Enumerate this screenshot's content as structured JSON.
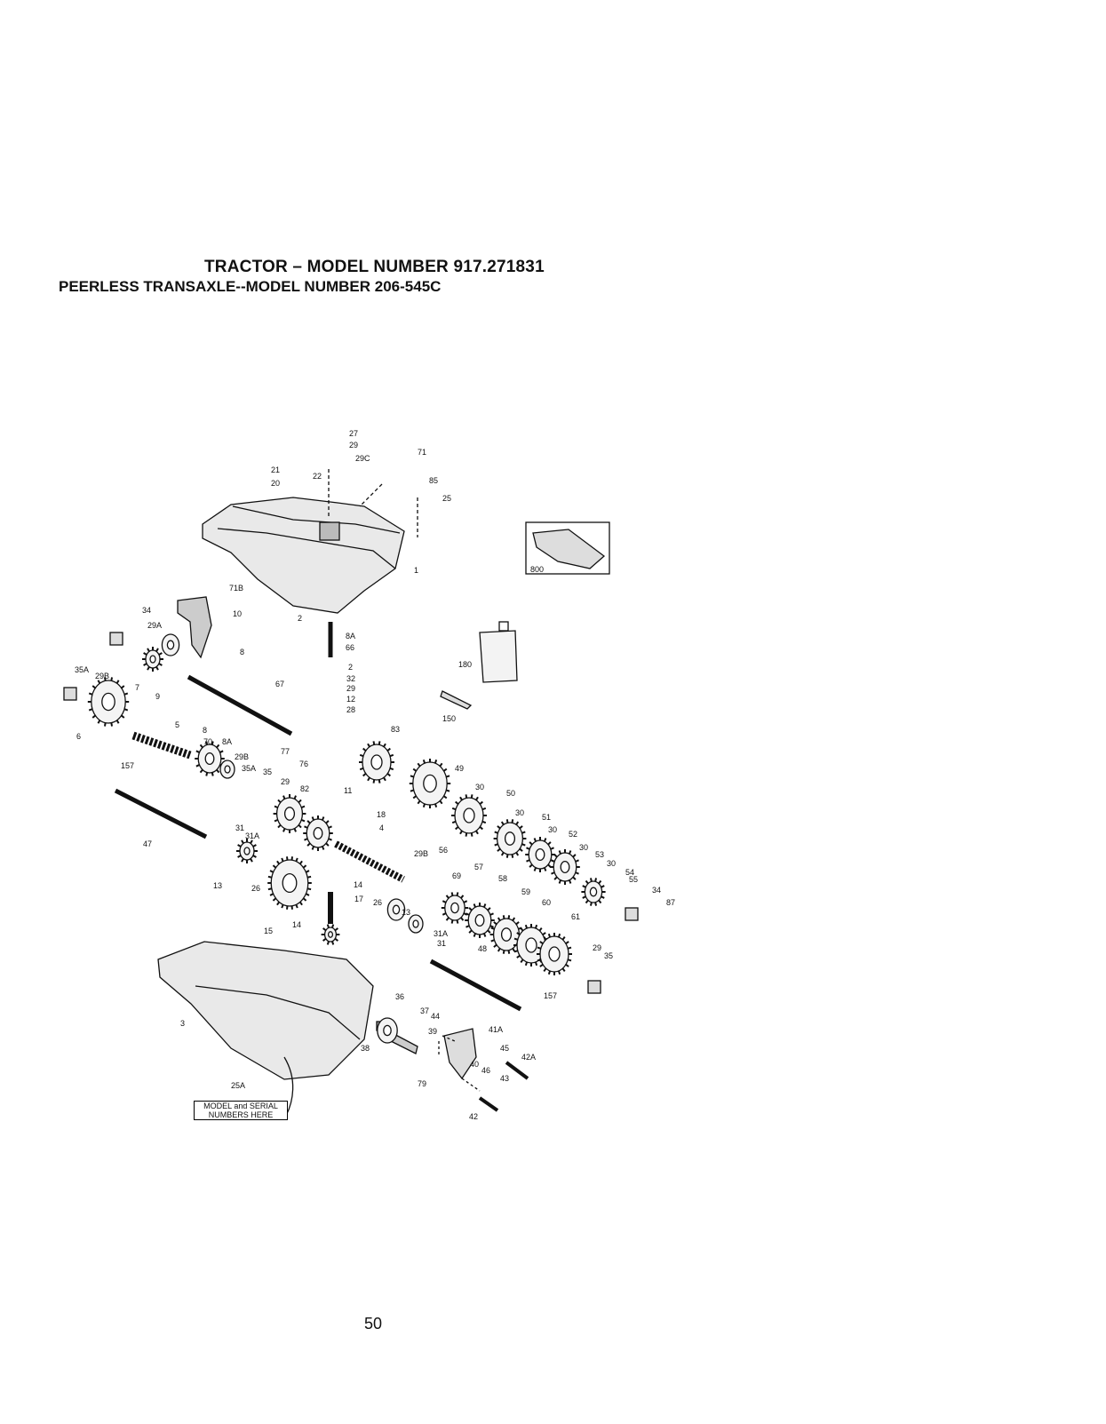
{
  "header": {
    "title": "TRACTOR – MODEL NUMBER 917.271831",
    "subtitle": "PEERLESS TRANSAXLE--MODEL NUMBER 206-545C"
  },
  "diagram": {
    "part_labels": [
      "27",
      "29",
      "29C",
      "71",
      "21",
      "22",
      "20",
      "85",
      "25",
      "1",
      "71B",
      "10",
      "34",
      "29A",
      "2",
      "8A",
      "66",
      "8",
      "35A",
      "29B",
      "7",
      "9",
      "67",
      "2",
      "32",
      "29",
      "12",
      "28",
      "6",
      "5",
      "8",
      "70",
      "8A",
      "77",
      "76",
      "83",
      "157",
      "29B",
      "35A",
      "35",
      "29",
      "82",
      "11",
      "49",
      "30",
      "18",
      "50",
      "30",
      "47",
      "31",
      "31A",
      "4",
      "51",
      "30",
      "52",
      "30",
      "53",
      "13",
      "26",
      "56",
      "29B",
      "57",
      "69",
      "58",
      "30",
      "54",
      "55",
      "34",
      "87",
      "15",
      "14",
      "17",
      "26",
      "13",
      "59",
      "60",
      "61",
      "31A",
      "31",
      "14",
      "48",
      "29",
      "35",
      "3",
      "36",
      "37",
      "44",
      "39",
      "157",
      "41A",
      "45",
      "42A",
      "38",
      "40",
      "46",
      "43",
      "79",
      "25A",
      "42",
      "800",
      "180",
      "150"
    ],
    "serial_plate": [
      "MODEL and SERIAL",
      "NUMBERS HERE"
    ]
  },
  "footer": {
    "page_number": "50"
  }
}
